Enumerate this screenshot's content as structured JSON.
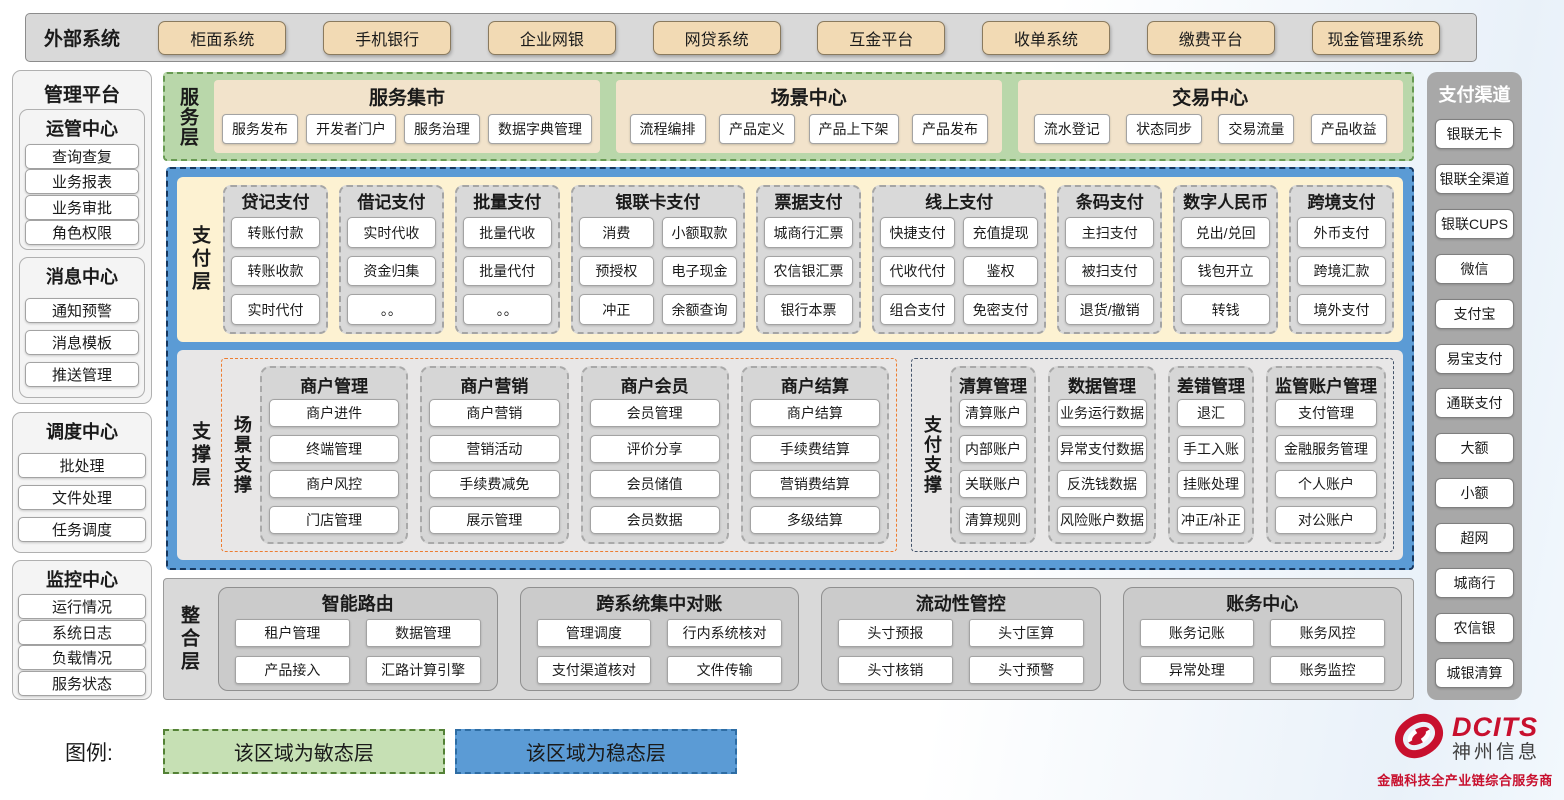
{
  "external": {
    "label": "外部系统",
    "items": [
      "柜面系统",
      "手机银行",
      "企业网银",
      "网贷系统",
      "互金平台",
      "收单系统",
      "缴费平台",
      "现金管理系统"
    ]
  },
  "management": {
    "title": "管理平台",
    "boxed_groups": [
      {
        "title": "运管中心",
        "items": [
          "查询查复",
          "业务报表",
          "业务审批",
          "角色权限"
        ]
      },
      {
        "title": "消息中心",
        "items": [
          "通知预警",
          "消息模板",
          "推送管理"
        ]
      }
    ],
    "floating_groups": [
      {
        "title": "调度中心",
        "items": [
          "批处理",
          "文件处理",
          "任务调度"
        ]
      },
      {
        "title": "监控中心",
        "items": [
          "运行情况",
          "系统日志",
          "负载情况",
          "服务状态"
        ]
      }
    ]
  },
  "service_layer": {
    "label": "服务层",
    "groups": [
      {
        "title": "服务集市",
        "items": [
          "服务发布",
          "开发者门户",
          "服务治理",
          "数据字典管理"
        ]
      },
      {
        "title": "场景中心",
        "items": [
          "流程编排",
          "产品定义",
          "产品上下架",
          "产品发布"
        ]
      },
      {
        "title": "交易中心",
        "items": [
          "流水登记",
          "状态同步",
          "交易流量",
          "产品收益"
        ]
      }
    ]
  },
  "payment_layer": {
    "label": "支付层",
    "columns": [
      {
        "title": "贷记支付",
        "cols": 1,
        "items": [
          "转账付款",
          "转账收款",
          "实时代付"
        ]
      },
      {
        "title": "借记支付",
        "cols": 1,
        "items": [
          "实时代收",
          "资金归集",
          "。。"
        ]
      },
      {
        "title": "批量支付",
        "cols": 1,
        "items": [
          "批量代收",
          "批量代付",
          "。。"
        ]
      },
      {
        "title": "银联卡支付",
        "cols": 2,
        "items": [
          "消费",
          "小额取款",
          "预授权",
          "电子现金",
          "冲正",
          "余额查询"
        ]
      },
      {
        "title": "票据支付",
        "cols": 1,
        "items": [
          "城商行汇票",
          "农信银汇票",
          "银行本票"
        ]
      },
      {
        "title": "线上支付",
        "cols": 2,
        "items": [
          "快捷支付",
          "充值提现",
          "代收代付",
          "鉴权",
          "组合支付",
          "免密支付"
        ]
      },
      {
        "title": "条码支付",
        "cols": 1,
        "items": [
          "主扫支付",
          "被扫支付",
          "退货/撤销"
        ]
      },
      {
        "title": "数字人民币",
        "cols": 1,
        "items": [
          "兑出/兑回",
          "钱包开立",
          "转钱"
        ]
      },
      {
        "title": "跨境支付",
        "cols": 1,
        "items": [
          "外币支付",
          "跨境汇款",
          "境外支付"
        ]
      }
    ]
  },
  "support_layer": {
    "label": "支撑层",
    "groups": [
      {
        "label": "场景支撑",
        "accent": "#ED7D31",
        "columns": [
          {
            "title": "商户管理",
            "items": [
              "商户进件",
              "终端管理",
              "商户风控",
              "门店管理"
            ]
          },
          {
            "title": "商户营销",
            "items": [
              "商户营销",
              "营销活动",
              "手续费减免",
              "展示管理"
            ]
          },
          {
            "title": "商户会员",
            "items": [
              "会员管理",
              "评价分享",
              "会员储值",
              "会员数据"
            ]
          },
          {
            "title": "商户结算",
            "items": [
              "商户结算",
              "手续费结算",
              "营销费结算",
              "多级结算"
            ]
          }
        ]
      },
      {
        "label": "支付支撑",
        "accent": "#44546A",
        "columns": [
          {
            "title": "清算管理",
            "items": [
              "清算账户",
              "内部账户",
              "关联账户",
              "清算规则"
            ]
          },
          {
            "title": "数据管理",
            "items": [
              "业务运行数据",
              "异常支付数据",
              "反洗钱数据",
              "风险账户数据"
            ]
          },
          {
            "title": "差错管理",
            "items": [
              "退汇",
              "手工入账",
              "挂账处理",
              "冲正/补正"
            ]
          },
          {
            "title": "监管账户管理",
            "items": [
              "支付管理",
              "金融服务管理",
              "个人账户",
              "对公账户"
            ]
          }
        ]
      }
    ]
  },
  "integration_layer": {
    "label": "整合层",
    "groups": [
      {
        "title": "智能路由",
        "items": [
          "租户管理",
          "数据管理",
          "产品接入",
          "汇路计算引擎"
        ]
      },
      {
        "title": "跨系统集中对账",
        "items": [
          "管理调度",
          "行内系统核对",
          "支付渠道核对",
          "文件传输"
        ]
      },
      {
        "title": "流动性管控",
        "items": [
          "头寸预报",
          "头寸匡算",
          "头寸核销",
          "头寸预警"
        ]
      },
      {
        "title": "账务中心",
        "items": [
          "账务记账",
          "账务风控",
          "异常处理",
          "账务监控"
        ]
      }
    ]
  },
  "channels": {
    "title": "支付渠道",
    "items": [
      "银联无卡",
      "银联全渠道",
      "银联CUPS",
      "微信",
      "支付宝",
      "易宝支付",
      "通联支付",
      "大额",
      "小额",
      "超网",
      "城商行",
      "农信银",
      "城银清算"
    ]
  },
  "legend": {
    "label": "图例:",
    "agile": "该区域为敏态层",
    "stable": "该区域为稳态层",
    "agile_color": "#C6E0B4",
    "stable_color": "#5B9BD5"
  },
  "logo": {
    "brand": "DCITS",
    "name": "神州信息",
    "tagline": "金融科技全产业链综合服务商"
  },
  "colors": {
    "agile_green": "#C6E0B4",
    "stable_blue": "#5B9BD5",
    "scene_accent": "#ED7D31",
    "pay_accent": "#44546A",
    "brand_red": "#C8102E"
  }
}
